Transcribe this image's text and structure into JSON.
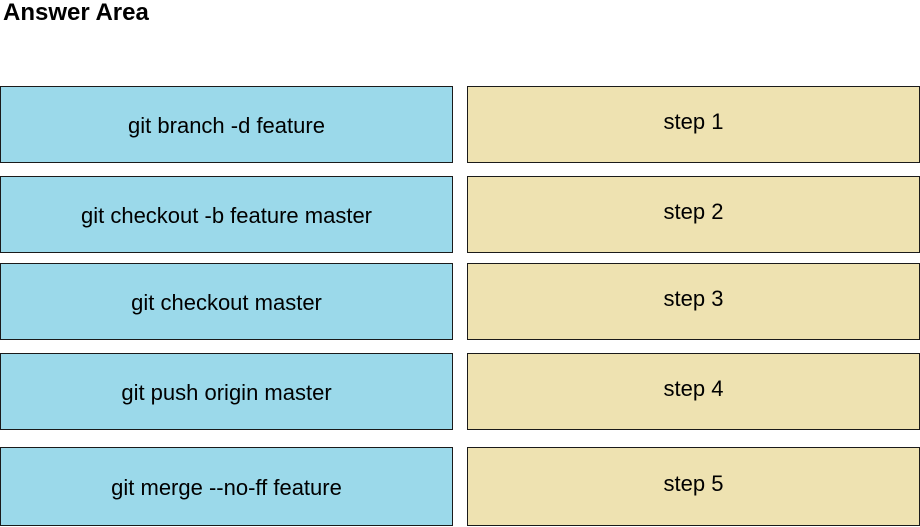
{
  "header": {
    "title": "Answer Area"
  },
  "commands": [
    {
      "label": "git branch -d feature"
    },
    {
      "label": "git checkout -b feature master"
    },
    {
      "label": "git checkout master"
    },
    {
      "label": "git push origin master"
    },
    {
      "label": "git merge --no-ff feature"
    }
  ],
  "steps": [
    {
      "label": "step 1"
    },
    {
      "label": "step 2"
    },
    {
      "label": "step 3"
    },
    {
      "label": "step 4"
    },
    {
      "label": "step 5"
    }
  ],
  "colors": {
    "command_bg": "#9bd9ea",
    "step_bg": "#eee2b1",
    "border": "#1a1a1a"
  }
}
